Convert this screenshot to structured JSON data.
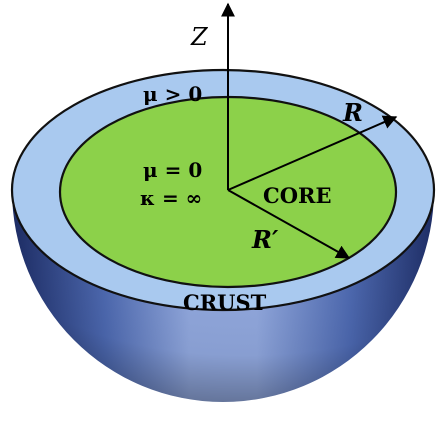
{
  "labels": {
    "z_axis": "Z",
    "crust_param": "μ > 0",
    "core_param_mu": "μ = 0",
    "core_param_kappa": "κ = ∞",
    "core": "CORE",
    "crust": "CRUST",
    "outer_radius": "R",
    "inner_radius": "R′"
  },
  "colors": {
    "crust_layer": "#a9c9ef",
    "core": "#8cd14a",
    "shell_outline": "#111111",
    "sphere_light": "#8fa6dc",
    "sphere_mid": "#4c68b0",
    "sphere_dark": "#1c2c66"
  }
}
